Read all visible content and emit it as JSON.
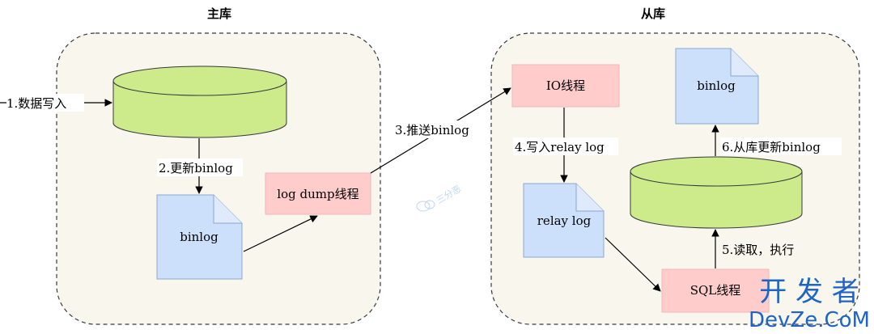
{
  "master": {
    "title": "主库",
    "binlog_label": "binlog",
    "dump_thread": "log dump线程"
  },
  "slave": {
    "title": "从库",
    "io_thread": "IO线程",
    "relay_log_label": "relay log",
    "sql_thread": "SQL线程",
    "binlog_label": "binlog"
  },
  "steps": {
    "step1": "1.数据写入",
    "step2": "2.更新binlog",
    "step3": "3.推送binlog",
    "step4": "4.写入relay log",
    "step5": "5.读取，执行",
    "step6": "6.从库更新binlog"
  },
  "watermarks": {
    "faint": "三分恶",
    "brand_cn": "开 发 者",
    "brand_en": "DevZe.CoM"
  },
  "colors": {
    "db_fill": "#cdeb8b",
    "db_stroke": "#36393d",
    "doc_fill": "#cce0fb",
    "thread_fill": "#ffcccc",
    "container_fill": "#f9f7ed",
    "brand": "#1e64c8"
  }
}
